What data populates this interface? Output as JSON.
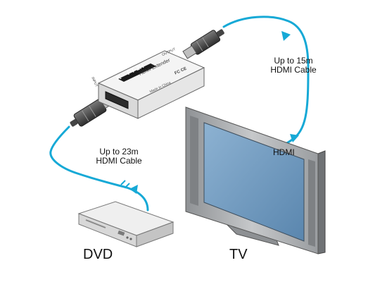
{
  "device": {
    "model": "PT-2H",
    "name": "HDMI Extender",
    "brand_mark": "K",
    "input_label": "INPUT",
    "output_label": "OUTPUT",
    "made_in": "Made in China",
    "cert_marks": "FC CE"
  },
  "labels": {
    "cable_out_line1": "Up to 15m",
    "cable_out_line2": "HDMI Cable",
    "cable_in_line1": "Up to 23m",
    "cable_in_line2": "HDMI Cable",
    "tv_port": "HDMI",
    "dvd": "DVD",
    "tv": "TV"
  },
  "colors": {
    "cable": "#16a9d6",
    "screen": "#6e97bb",
    "tv_bezel": "#a4a7aa",
    "device_body": "#ededed"
  }
}
